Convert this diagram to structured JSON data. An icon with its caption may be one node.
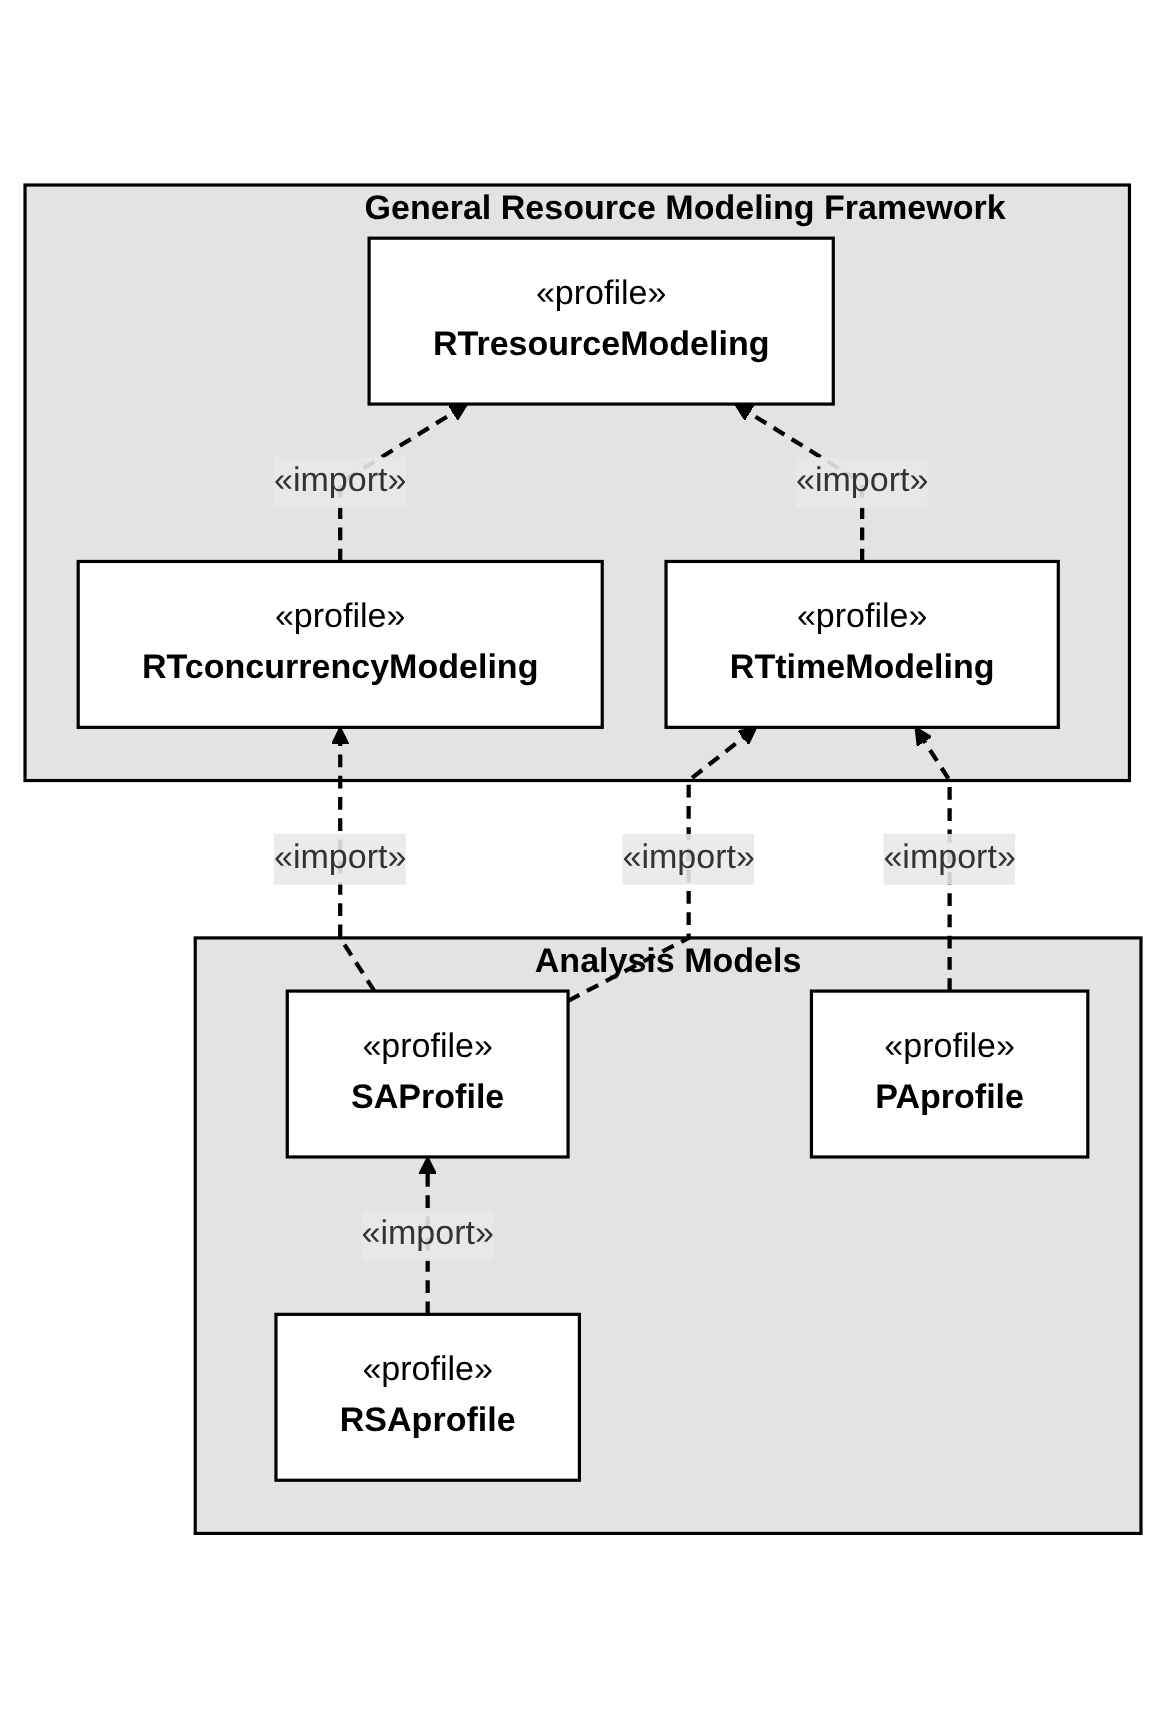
{
  "diagram": {
    "nodes": [
      {
        "text": [
          "General Resource Modeling Framework"
        ]
      },
      {
        "text": [
          "«profile»",
          "RTresourceModeling"
        ],
        "in": 0
      },
      {
        "text": [
          "«profile»",
          "RTconcurrencyModeling"
        ],
        "in": 0
      },
      {
        "text": [
          "«profile»",
          "RTtimeModeling"
        ],
        "in": 0
      },
      {
        "text": [
          "Analysis Models"
        ]
      },
      {
        "text": [
          "«profile»",
          "SAProfile"
        ],
        "in": 4
      },
      {
        "text": [
          "«profile»",
          "PAprofile"
        ],
        "in": 4
      },
      {
        "text": [
          "«profile»",
          "RSAprofile"
        ],
        "in": 4
      }
    ],
    "edges": [
      {
        "from": 2,
        "to": 1,
        "arrow": "to",
        "label": "«import»",
        "style": "dashed"
      },
      {
        "from": 3,
        "to": 1,
        "arrow": "to",
        "label": "«import»",
        "style": "dashed"
      },
      {
        "from": 5,
        "to": 2,
        "arrow": "to",
        "label": "«import»",
        "style": "dashed"
      },
      {
        "from": 5,
        "to": 3,
        "arrow": "to",
        "label": "«import»",
        "style": "dashed"
      },
      {
        "from": 6,
        "to": 3,
        "arrow": "to",
        "label": "«import»",
        "style": "dashed"
      },
      {
        "from": 7,
        "to": 5,
        "arrow": "to",
        "label": "«import»",
        "style": "dashed"
      }
    ]
  }
}
